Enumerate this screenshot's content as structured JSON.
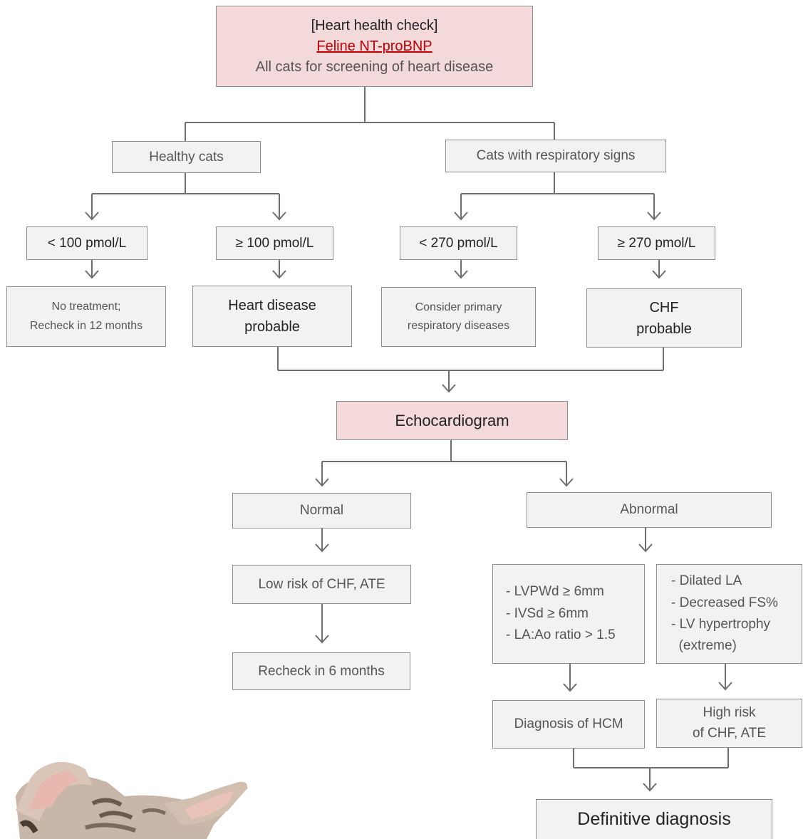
{
  "header": {
    "title": "[Heart health check]",
    "link": "Feline NT-proBNP",
    "subtitle": "All cats for screening of heart disease"
  },
  "groups": {
    "healthy": "Healthy cats",
    "respiratory": "Cats with respiratory signs"
  },
  "thresholds": {
    "lt100": "< 100 pmol/L",
    "ge100": "≥ 100 pmol/L",
    "lt270": "< 270 pmol/L",
    "ge270": "≥ 270 pmol/L"
  },
  "outcomes": {
    "no_treatment": [
      "No treatment;",
      "Recheck in 12 months"
    ],
    "heart_disease": [
      "Heart disease",
      "probable"
    ],
    "consider_respiratory": [
      "Consider primary",
      "respiratory diseases"
    ],
    "chf": [
      "CHF",
      "probable"
    ]
  },
  "echo": {
    "title": "Echocardiogram",
    "normal": "Normal",
    "abnormal": "Abnormal",
    "low_risk": "Low risk of CHF, ATE",
    "recheck6": "Recheck in 6 months",
    "hcm_criteria": [
      "- LVPWd ≥ 6mm",
      "- IVSd ≥ 6mm",
      "- LA:Ao ratio > 1.5"
    ],
    "high_risk_criteria": [
      "- Dilated LA",
      "- Decreased FS%",
      "- LV hypertrophy",
      "  (extreme)"
    ],
    "diagnosis_hcm": "Diagnosis of HCM",
    "high_risk": [
      "High risk",
      "of CHF, ATE"
    ],
    "definitive": "Definitive diagnosis"
  },
  "colors": {
    "box_fill": "#f2f2f2",
    "highlight_fill": "#f4d9db",
    "link": "#c00000",
    "connector": "#6e6e6e"
  }
}
